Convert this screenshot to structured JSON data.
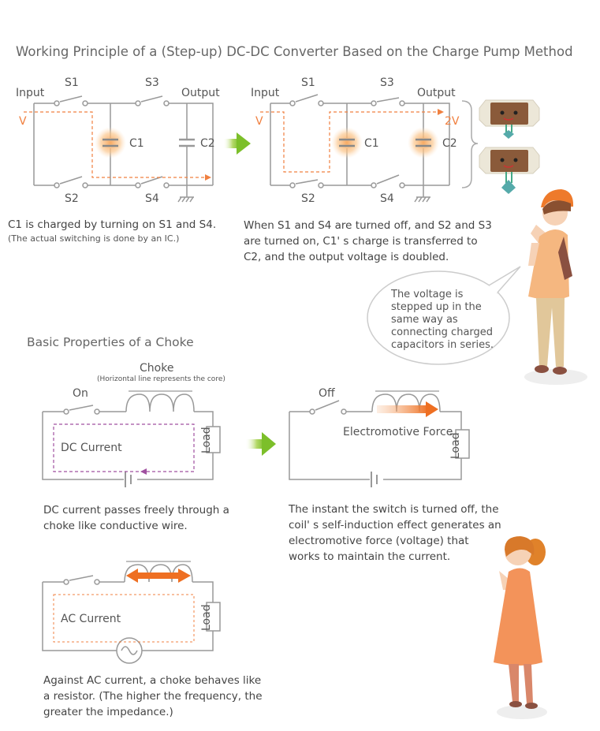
{
  "title1": "Working Principle of a (Step-up) DC-DC Converter Based on the Charge Pump Method",
  "title2": "Basic Properties of a Choke",
  "circuit1": {
    "input": "Input",
    "output": "Output",
    "v": "V",
    "s1": "S1",
    "s2": "S2",
    "s3": "S3",
    "s4": "S4",
    "c1": "C1",
    "c2": "C2"
  },
  "circuit2": {
    "input": "Input",
    "output": "Output",
    "v": "V",
    "v2": "2V",
    "s1": "S1",
    "s2": "S2",
    "s3": "S3",
    "s4": "S4",
    "c1": "C1",
    "c2": "C2"
  },
  "caption1": "C1 is charged by turning on S1 and S4.",
  "caption1_note": "(The actual switching is done by an IC.)",
  "caption2": "When S1 and S4 are turned off, and S2 and S3 are turned on, C1' s charge is transferred to C2, and the output voltage is doubled.",
  "bubble": "The voltage is stepped up in the same way as connecting charged capacitors in series.",
  "choke": {
    "label": "Choke",
    "note": "(Horizontal line represents the core)",
    "on": "On",
    "off": "Off",
    "dc_current": "DC Current",
    "ac_current": "AC Current",
    "emf": "Electromotive Force",
    "load": "Load"
  },
  "caption_dc": "DC current passes freely through a choke like conductive wire.",
  "caption_off": "The instant the switch is turned off, the coil' s self-induction effect generates an electromotive force (voltage) that works to maintain the current.",
  "caption_ac": "Against AC current, a choke behaves like a resistor. (The higher the frequency, the greater the impedance.)",
  "colors": {
    "arrow_green": "#8cc63f",
    "flow_orange": "#f08040",
    "dc_purple": "#a050a0",
    "wire": "#999999"
  }
}
